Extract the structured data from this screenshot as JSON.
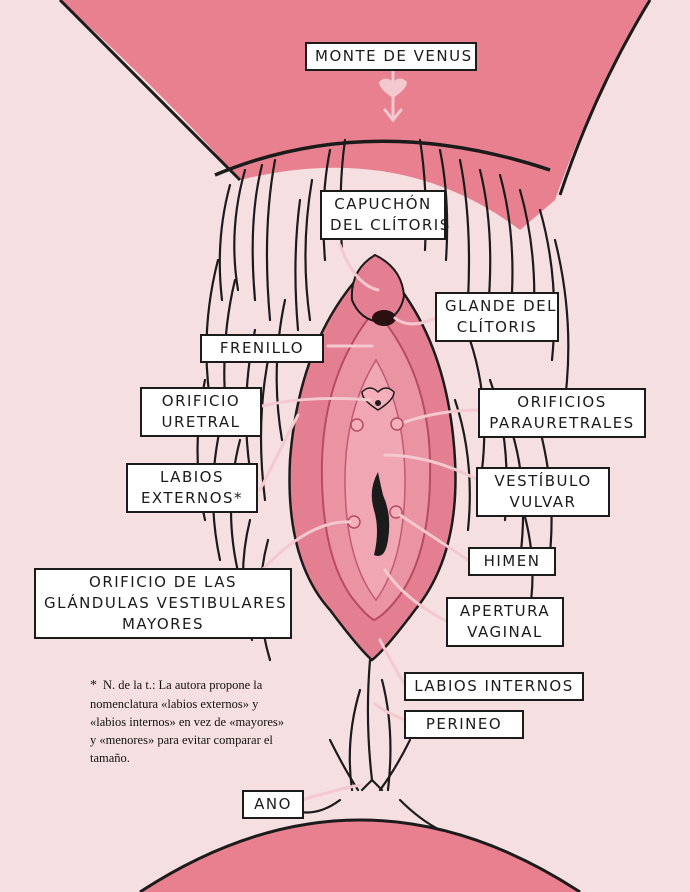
{
  "labels": {
    "monte": "MONTE DE VENUS",
    "capuchon": [
      "CAPUCHÓN",
      "DEL CLÍTORIS"
    ],
    "glande": [
      "GLANDE DEL",
      "CLÍTORIS"
    ],
    "frenillo": "FRENILLO",
    "orificio_uretral": [
      "ORIFICIO",
      "URETRAL"
    ],
    "orificios_parauretrales": [
      "ORIFICIOS",
      "PARAURETRALES"
    ],
    "labios_externos": [
      "LABIOS",
      "EXTERNOS*"
    ],
    "vestibulo": [
      "VESTÍBULO",
      "VULVAR"
    ],
    "himen": "HIMEN",
    "glandulas": [
      "ORIFICIO DE LAS",
      "GLÁNDULAS VESTIBULARES",
      "MAYORES"
    ],
    "apertura": [
      "APERTURA",
      "VAGINAL"
    ],
    "labios_internos": "LABIOS INTERNOS",
    "perineo": "PERINEO",
    "ano": "ANO"
  },
  "footnote": {
    "marker": "*",
    "text": "N. de la t.: La autora propone la nomenclatura «labios externos» y «labios internos» en vez de «mayores» y «menores» para evitar comparar el tamaño."
  },
  "colors": {
    "background": "#f6dfe1",
    "thigh": "#e8808f",
    "tissue": "#e47f92",
    "tissue_light": "#f0a7b3",
    "arrow": "#f3c9cf",
    "ink": "#1b1b1b"
  }
}
